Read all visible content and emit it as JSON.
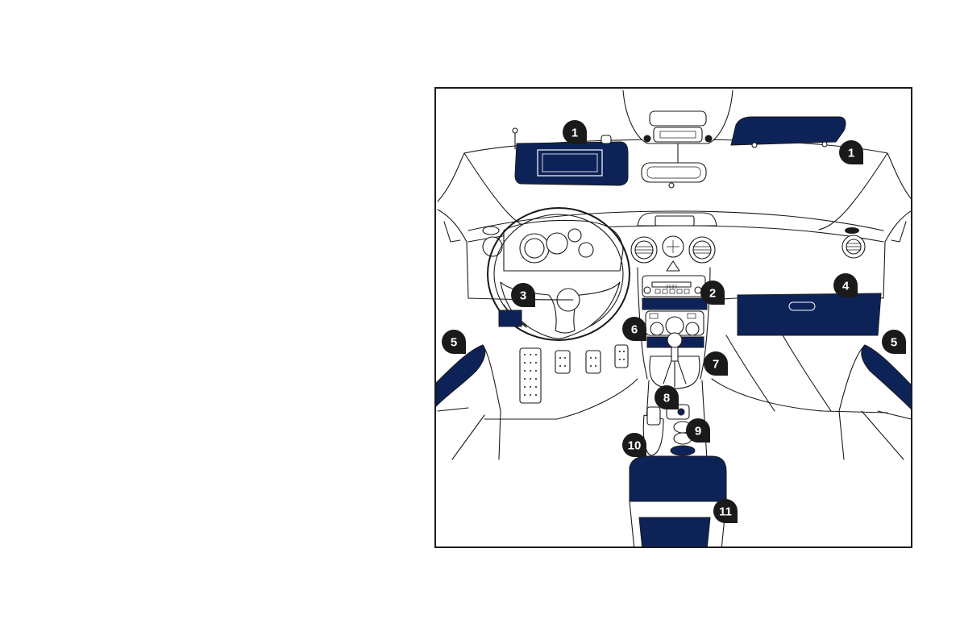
{
  "colors": {
    "highlight": "#0d2358",
    "marker": "#1a1a1a",
    "line": "#1a1a1a"
  },
  "markers": [
    {
      "id": "sun-visor-left",
      "label": "1"
    },
    {
      "id": "sun-visor-right",
      "label": "1"
    },
    {
      "id": "centre-console-upper",
      "label": "2"
    },
    {
      "id": "steering-wheel-lower",
      "label": "3"
    },
    {
      "id": "glovebox",
      "label": "4"
    },
    {
      "id": "door-pocket-left",
      "label": "5"
    },
    {
      "id": "door-pocket-right",
      "label": "5"
    },
    {
      "id": "console-tray",
      "label": "6"
    },
    {
      "id": "gear-lever",
      "label": "7"
    },
    {
      "id": "accessory-socket",
      "label": "8"
    },
    {
      "id": "cup-holder",
      "label": "9"
    },
    {
      "id": "bottle-holder",
      "label": "10"
    },
    {
      "id": "armrest",
      "label": "11"
    }
  ],
  "radio_display": "▯▯▯▯"
}
